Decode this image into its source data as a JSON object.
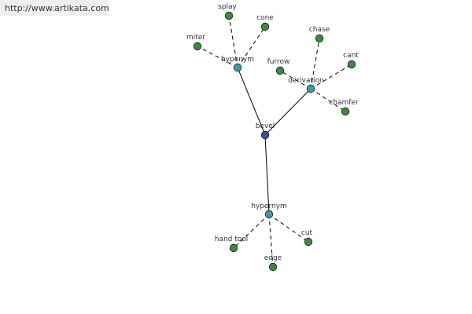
{
  "header": {
    "url": "http://www.artikata.com"
  },
  "colors": {
    "root": "#3d4f9a",
    "relation": "#3e9aa3",
    "leaf": "#3d8a3d"
  },
  "graph": {
    "nodes": [
      {
        "id": "bevel",
        "label": "bevel",
        "kind": "root"
      },
      {
        "id": "hyponym",
        "label": "hyponym",
        "kind": "relation"
      },
      {
        "id": "derivation",
        "label": "derivation",
        "kind": "relation"
      },
      {
        "id": "hypernym",
        "label": "hypernym",
        "kind": "relation"
      },
      {
        "id": "splay",
        "label": "splay",
        "kind": "leaf"
      },
      {
        "id": "cone",
        "label": "cone",
        "kind": "leaf"
      },
      {
        "id": "miter",
        "label": "miter",
        "kind": "leaf"
      },
      {
        "id": "chase",
        "label": "chase",
        "kind": "leaf"
      },
      {
        "id": "furrow",
        "label": "furrow",
        "kind": "leaf"
      },
      {
        "id": "cant",
        "label": "cant",
        "kind": "leaf"
      },
      {
        "id": "chamfer",
        "label": "chamfer",
        "kind": "leaf"
      },
      {
        "id": "hand-tool",
        "label": "hand tool",
        "kind": "leaf"
      },
      {
        "id": "cut",
        "label": "cut",
        "kind": "leaf"
      },
      {
        "id": "edge",
        "label": "edge",
        "kind": "leaf"
      }
    ],
    "edges": [
      {
        "from": "bevel",
        "to": "hyponym",
        "style": "solid"
      },
      {
        "from": "bevel",
        "to": "derivation",
        "style": "solid"
      },
      {
        "from": "bevel",
        "to": "hypernym",
        "style": "solid"
      },
      {
        "from": "hyponym",
        "to": "splay",
        "style": "dashed"
      },
      {
        "from": "hyponym",
        "to": "cone",
        "style": "dashed"
      },
      {
        "from": "hyponym",
        "to": "miter",
        "style": "dashed"
      },
      {
        "from": "derivation",
        "to": "chase",
        "style": "dashed"
      },
      {
        "from": "derivation",
        "to": "furrow",
        "style": "dashed"
      },
      {
        "from": "derivation",
        "to": "cant",
        "style": "dashed"
      },
      {
        "from": "derivation",
        "to": "chamfer",
        "style": "dashed"
      },
      {
        "from": "hypernym",
        "to": "hand-tool",
        "style": "dashed"
      },
      {
        "from": "hypernym",
        "to": "cut",
        "style": "dashed"
      },
      {
        "from": "hypernym",
        "to": "edge",
        "style": "dashed"
      }
    ]
  }
}
